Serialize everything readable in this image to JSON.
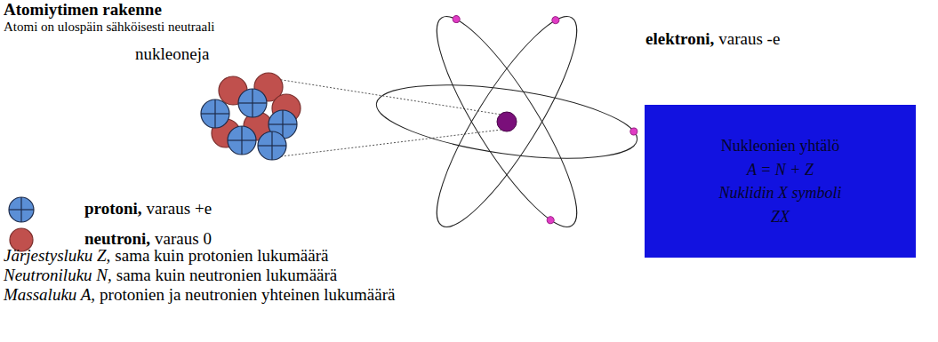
{
  "diagram": {
    "title": "Atomiytimen rakenne",
    "nodes": [
      {
        "text": [
          "Nukleonien yhtälö",
          "A = N + Z",
          "Nuklidin X symboli",
          "ZX"
        ]
      }
    ],
    "labels": [
      "Atomi on ulospäin sähköisesti neutraali",
      "nukleoneja",
      "elektroni,",
      "varaus -e",
      "protoni,",
      "varaus +e",
      "neutroni,",
      "varaus 0",
      "Järjestysluku Z,",
      "sama kuin protonien lukumäärä",
      "Neutroniluku N,",
      "sama kuin neutronien lukumäärä",
      "Massaluku A,",
      "protonien ja neutronien yhteinen lukumäärä"
    ]
  }
}
